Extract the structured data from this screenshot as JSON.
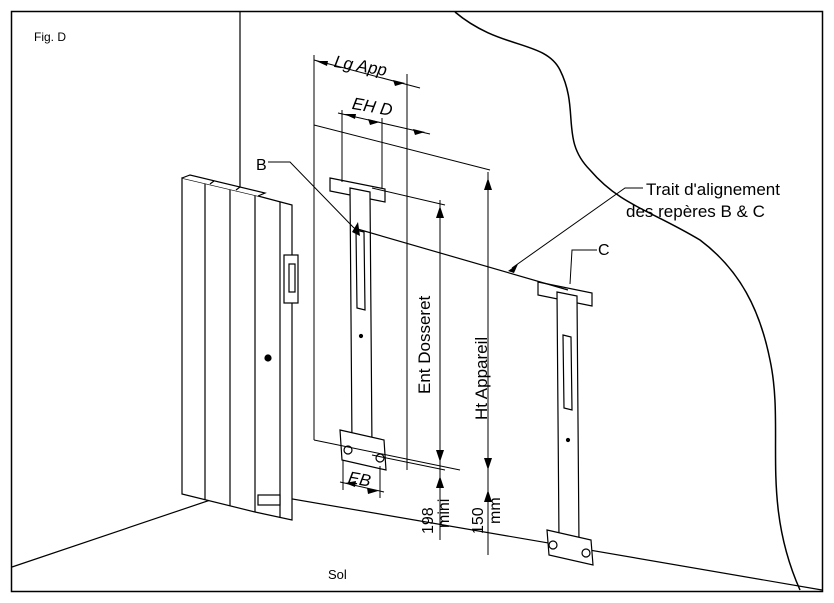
{
  "figure_label": "Fig. D",
  "floor_label": "Sol",
  "marker_b": "B",
  "marker_c": "C",
  "alignment_line_label": [
    "Trait d'alignement",
    "des repères B & C"
  ],
  "dimensions": {
    "lg_app": "Lg App",
    "eh_d": "EH D",
    "eb": "EB",
    "ent_dosseret": "Ent Dosseret",
    "ht_appareil": "Ht Appareil",
    "min_gap_value": "198",
    "min_gap_unit": "mini",
    "floor_gap_value": "150",
    "floor_gap_unit": "mm"
  }
}
